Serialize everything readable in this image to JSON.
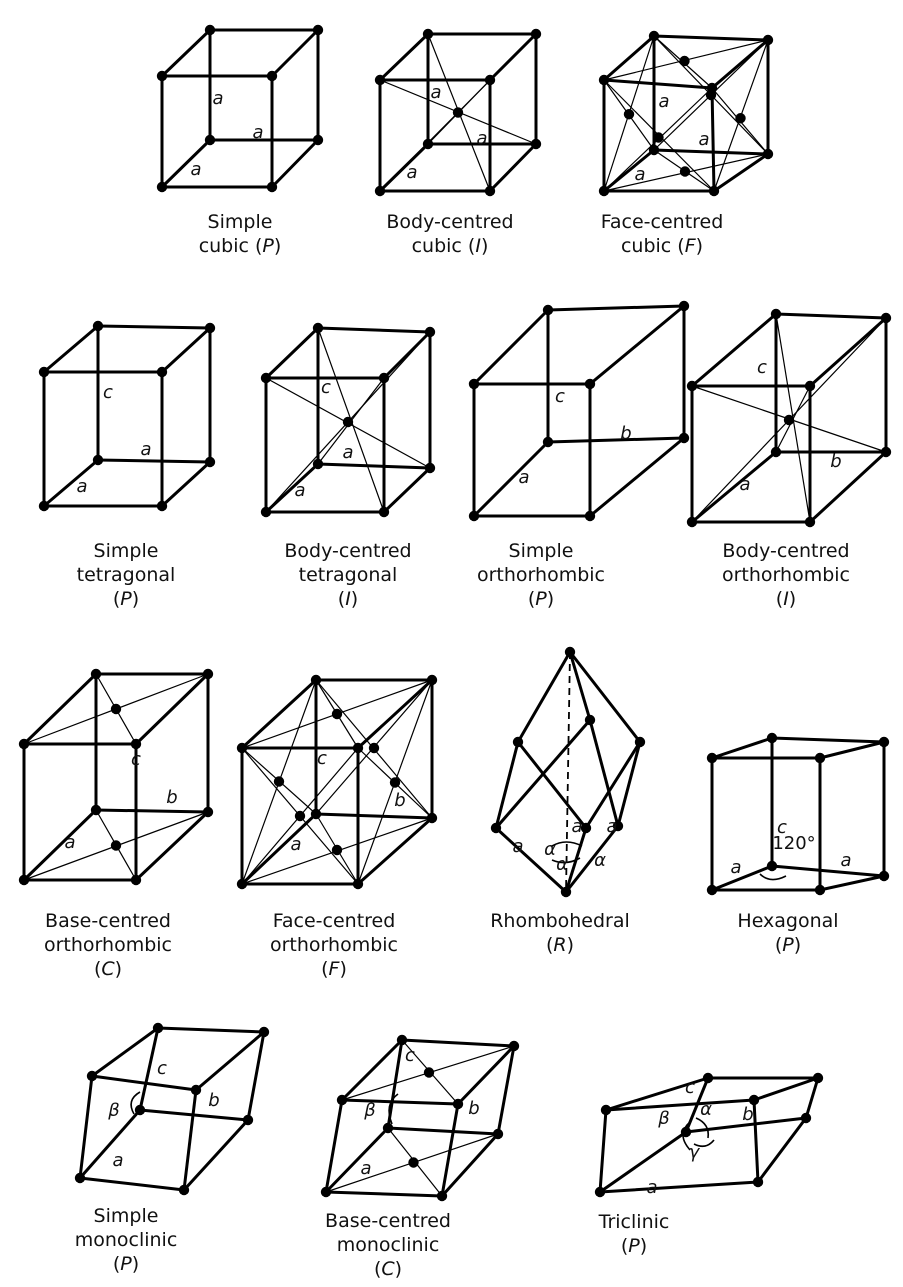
{
  "lattices": [
    {
      "id": "simple-cubic",
      "caption": [
        "Simple",
        "cubic (",
        "P",
        ")"
      ],
      "labels": [
        "a",
        "a",
        "a"
      ]
    },
    {
      "id": "body-centred-cubic",
      "caption": [
        "Body-centred",
        "cubic (",
        "I",
        ")"
      ],
      "labels": [
        "a",
        "a",
        "a"
      ]
    },
    {
      "id": "face-centred-cubic",
      "caption": [
        "Face-centred",
        "cubic (",
        "F",
        ")"
      ],
      "labels": [
        "a",
        "a",
        "a"
      ]
    },
    {
      "id": "simple-tetragonal",
      "caption": [
        "Simple",
        "tetragonal",
        "(",
        "P",
        ")"
      ],
      "labels": [
        "c",
        "a",
        "a"
      ]
    },
    {
      "id": "body-centred-tetragonal",
      "caption": [
        "Body-centred",
        "tetragonal",
        "(",
        "I",
        ")"
      ],
      "labels": [
        "c",
        "a",
        "a"
      ]
    },
    {
      "id": "simple-orthorhombic",
      "caption": [
        "Simple",
        "orthorhombic",
        "(",
        "P",
        ")"
      ],
      "labels": [
        "c",
        "b",
        "a"
      ]
    },
    {
      "id": "body-centred-orthorhombic",
      "caption": [
        "Body-centred",
        "orthorhombic",
        "(",
        "I",
        ")"
      ],
      "labels": [
        "c",
        "b",
        "a"
      ]
    },
    {
      "id": "base-centred-orthorhombic",
      "caption": [
        "Base-centred",
        "orthorhombic",
        "(",
        "C",
        ")"
      ],
      "labels": [
        "c",
        "b",
        "a"
      ]
    },
    {
      "id": "face-centred-orthorhombic",
      "caption": [
        "Face-centred",
        "orthorhombic",
        "(",
        "F",
        ")"
      ],
      "labels": [
        "c",
        "b",
        "a"
      ]
    },
    {
      "id": "rhombohedral",
      "caption": [
        "Rhombohedral",
        "(",
        "R",
        ")"
      ],
      "labels": [
        "a",
        "a",
        "a",
        "α",
        "α",
        "α"
      ]
    },
    {
      "id": "hexagonal",
      "caption": [
        "Hexagonal",
        "(",
        "P",
        ")"
      ],
      "labels": [
        "c",
        "120°",
        "a",
        "a"
      ]
    },
    {
      "id": "simple-monoclinic",
      "caption": [
        "Simple",
        "monoclinic",
        "(",
        "P",
        ")"
      ],
      "labels": [
        "c",
        "b",
        "a",
        "β"
      ]
    },
    {
      "id": "base-centred-monoclinic",
      "caption": [
        "Base-centred",
        "monoclinic",
        "(",
        "C",
        ")"
      ],
      "labels": [
        "c",
        "b",
        "a",
        "β"
      ]
    },
    {
      "id": "triclinic",
      "caption": [
        "Triclinic",
        "(",
        "P",
        ")"
      ],
      "labels": [
        "c",
        "b",
        "a",
        "α",
        "β",
        "γ"
      ]
    }
  ]
}
